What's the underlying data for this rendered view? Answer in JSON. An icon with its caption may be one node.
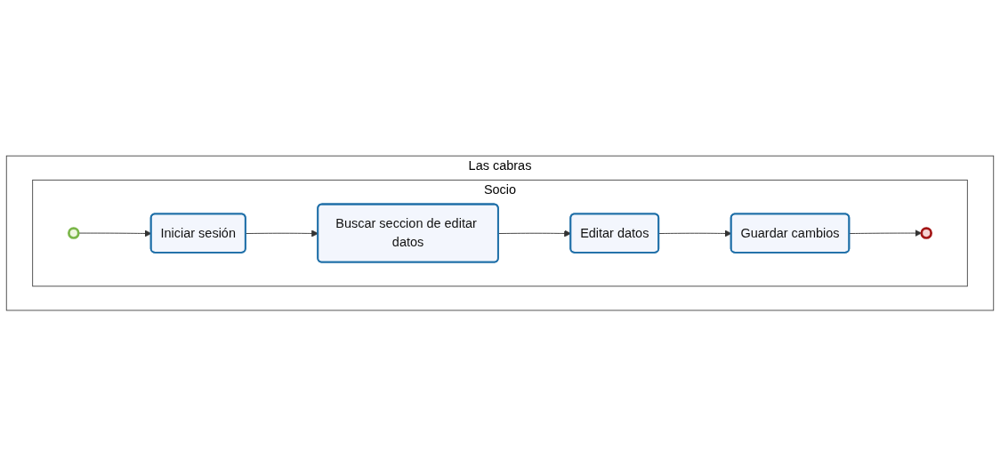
{
  "diagram": {
    "nodes": [
      {
        "text": [
          "Las cabras"
        ]
      },
      {
        "text": [
          "Socio"
        ],
        "in": 0
      },
      {
        "text": [],
        "shape": "circle",
        "in": 1
      },
      {
        "text": [
          "Iniciar sesión"
        ],
        "in": 1
      },
      {
        "text": [
          "Buscar seccion de editar datos"
        ],
        "in": 1
      },
      {
        "text": [
          "Editar datos"
        ],
        "in": 1
      },
      {
        "text": [
          "Guardar cambios"
        ],
        "in": 1
      },
      {
        "text": [],
        "shape": "circle",
        "in": 1
      }
    ],
    "edges": [
      {
        "from": 2,
        "to": 3,
        "arrow": "to"
      },
      {
        "from": 3,
        "to": 4,
        "arrow": "to"
      },
      {
        "from": 4,
        "to": 5,
        "arrow": "to"
      },
      {
        "from": 5,
        "to": 6,
        "arrow": "to"
      },
      {
        "from": 6,
        "to": 7,
        "arrow": "to"
      }
    ]
  }
}
